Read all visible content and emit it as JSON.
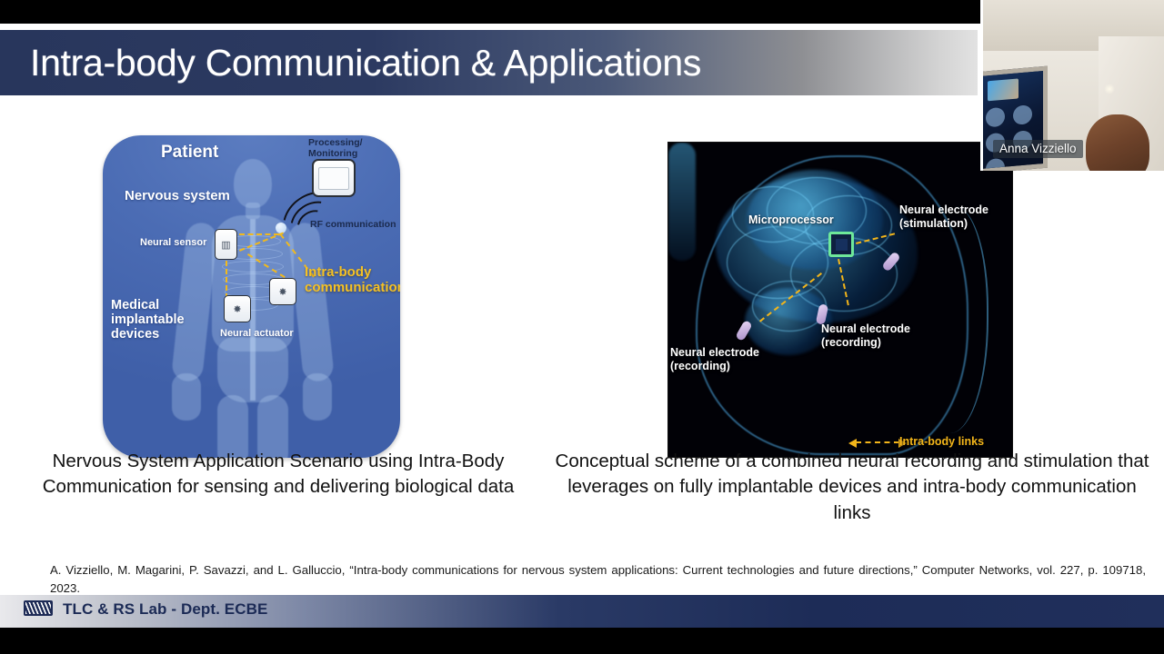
{
  "window": {
    "presenter_name": "Anna Vizziello"
  },
  "slide": {
    "title": "Intra-body Communication & Applications",
    "left_figure": {
      "panel_title": "Patient",
      "nervous_system_label": "Nervous system",
      "medical_devices_label": "Medical implantable devices",
      "neural_sensor_label": "Neural sensor",
      "neural_actuator_label": "Neural actuator",
      "processing_label": "Processing/ Monitoring",
      "rf_label": "RF communication",
      "ibc_label": "Intra-body communication",
      "panel_color": "#4b6cb4",
      "accent_color": "#f0b91e"
    },
    "right_figure": {
      "microprocessor_label": "Microprocessor",
      "electrode_stimulation_label": "Neural electrode\n(stimulation)",
      "electrode_recording_1_label": "Neural electrode\n(recording)",
      "electrode_recording_2_label": "Neural electrode\n(recording)",
      "legend_label": "Intra-body  links",
      "background_color": "#010106",
      "accent_color": "#f3b51a",
      "chip_color": "#6ee89a"
    },
    "caption_left": "Nervous System Application Scenario using Intra-Body Communication for sensing and delivering biological data",
    "caption_right": "Conceptual scheme of a combined neural recording and stimulation that leverages on fully implantable devices and intra-body communication links",
    "citation": "A. Vizziello, M. Magarini, P. Savazzi, and L. Galluccio, “Intra-body communications for nervous system applications: Current technologies and future directions,” Computer Networks, vol. 227, p. 109718, 2023.",
    "footer_text": "TLC & RS Lab - Dept. ECBE"
  }
}
